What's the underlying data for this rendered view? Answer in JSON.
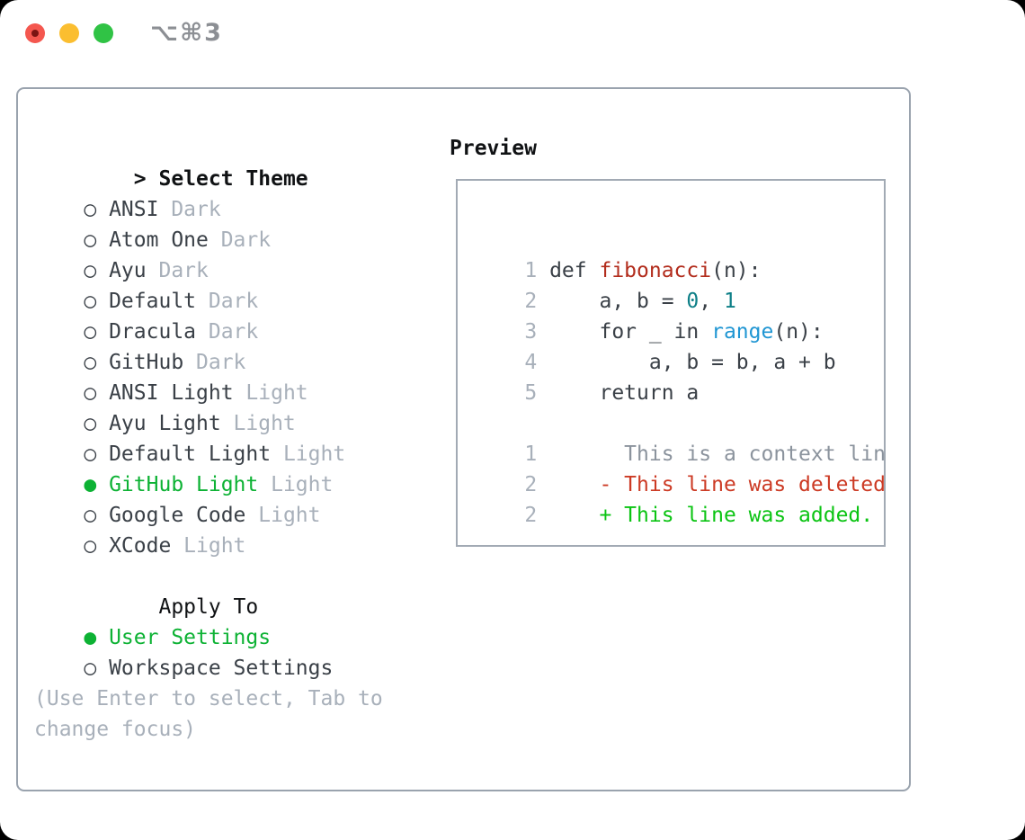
{
  "window": {
    "shortcut_label": "⌥⌘3",
    "traffic_lights": {
      "close": "#f4574f",
      "minimize": "#fbbe30",
      "zoom": "#30c345"
    }
  },
  "glyphs": {
    "header_marker": ">",
    "selected_marker": "●",
    "unselected_marker": "○"
  },
  "colors": {
    "selection_green": "#0db234",
    "panel_border": "#9aa3ae",
    "muted_gray": "#a8b0ba",
    "item_text": "#3a4047",
    "function_red": "#b22c1c",
    "number_teal": "#0d7f87",
    "builtin_blue": "#2096d3",
    "diff_deleted_red": "#cc3a24",
    "diff_added_green": "#0bc413"
  },
  "theme_panel": {
    "header": {
      "label": "Select Theme"
    },
    "themes": [
      {
        "name": "ANSI",
        "tag": "Dark",
        "selected": false
      },
      {
        "name": "Atom One",
        "tag": "Dark",
        "selected": false
      },
      {
        "name": "Ayu",
        "tag": "Dark",
        "selected": false
      },
      {
        "name": "Default",
        "tag": "Dark",
        "selected": false
      },
      {
        "name": "Dracula",
        "tag": "Dark",
        "selected": false
      },
      {
        "name": "GitHub",
        "tag": "Dark",
        "selected": false
      },
      {
        "name": "ANSI Light",
        "tag": "Light",
        "selected": false
      },
      {
        "name": "Ayu Light",
        "tag": "Light",
        "selected": false
      },
      {
        "name": "Default Light",
        "tag": "Light",
        "selected": false
      },
      {
        "name": "GitHub Light",
        "tag": "Light",
        "selected": true
      },
      {
        "name": "Google Code",
        "tag": "Light",
        "selected": false
      },
      {
        "name": "XCode",
        "tag": "Light",
        "selected": false
      }
    ],
    "apply_to": {
      "label": "Apply To",
      "options": [
        {
          "name": "User Settings",
          "selected": true
        },
        {
          "name": "Workspace Settings",
          "selected": false
        }
      ]
    },
    "hint": "(Use Enter to select, Tab to change focus)"
  },
  "preview": {
    "title": "Preview",
    "code_lines": [
      {
        "ln": "1",
        "tokens": [
          {
            "t": "def ",
            "c": "code"
          },
          {
            "t": "fibonacci",
            "c": "fn"
          },
          {
            "t": "(n):",
            "c": "code"
          }
        ]
      },
      {
        "ln": "2",
        "tokens": [
          {
            "t": "    a, b = ",
            "c": "code"
          },
          {
            "t": "0",
            "c": "num"
          },
          {
            "t": ", ",
            "c": "code"
          },
          {
            "t": "1",
            "c": "num"
          }
        ]
      },
      {
        "ln": "3",
        "tokens": [
          {
            "t": "    for _ in ",
            "c": "code"
          },
          {
            "t": "range",
            "c": "builtin"
          },
          {
            "t": "(n):",
            "c": "code"
          }
        ]
      },
      {
        "ln": "4",
        "tokens": [
          {
            "t": "        a, b = b, a + b",
            "c": "code"
          }
        ]
      },
      {
        "ln": "5",
        "tokens": [
          {
            "t": "    return a",
            "c": "code"
          }
        ]
      },
      {
        "ln": "",
        "tokens": []
      },
      {
        "ln": "1",
        "tokens": [
          {
            "t": "      This is a context line.",
            "c": "ctx"
          }
        ]
      },
      {
        "ln": "2",
        "tokens": [
          {
            "t": "    - This line was deleted.",
            "c": "del"
          }
        ]
      },
      {
        "ln": "2",
        "tokens": [
          {
            "t": "    + This line was added.",
            "c": "add"
          }
        ]
      }
    ]
  }
}
